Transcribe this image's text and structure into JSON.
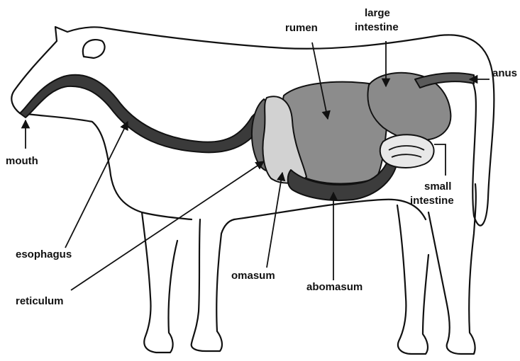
{
  "labels": {
    "mouth": "mouth",
    "esophagus": "esophagus",
    "reticulum": "reticulum",
    "omasum": "omasum",
    "abomasum": "abomasum",
    "rumen": "rumen",
    "large_intestine_line1": "large",
    "large_intestine_line2": "intestine",
    "anus": "anus",
    "small_intestine_line1": "small",
    "small_intestine_line2": "intestine"
  },
  "colors": {
    "esophagus": "#3a3a3a",
    "rumen": "#8c8c8c",
    "reticulum": "#6e6e6e",
    "omasum": "#d2d2d2",
    "abomasum": "#3c3c3c",
    "large_intestine": "#8a8a8a",
    "small_intestine": "#e8e8e8"
  }
}
